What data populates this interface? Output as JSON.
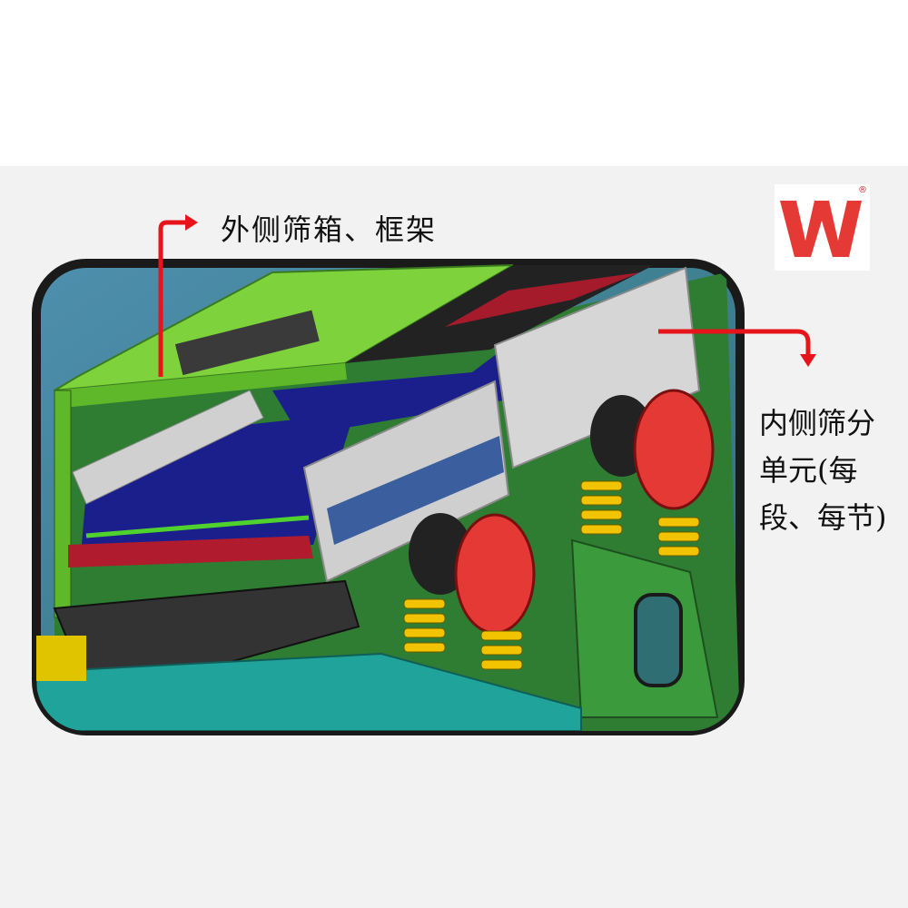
{
  "labels": {
    "outer": "外侧筛箱、框架",
    "inner_lines": [
      "内侧筛分",
      "单元(每",
      "段、每节)"
    ]
  },
  "logo": {
    "name": "wm-logo",
    "registered_mark": "®"
  },
  "colors": {
    "frame_green": "#6fcf3a",
    "screen_blue": "#1b1f8c",
    "panel_gray": "#c8c8c8",
    "motor_red": "#e53935",
    "spring_yellow": "#f2c400",
    "base_teal": "#1fa39a",
    "arrow_red": "#e8141b"
  }
}
